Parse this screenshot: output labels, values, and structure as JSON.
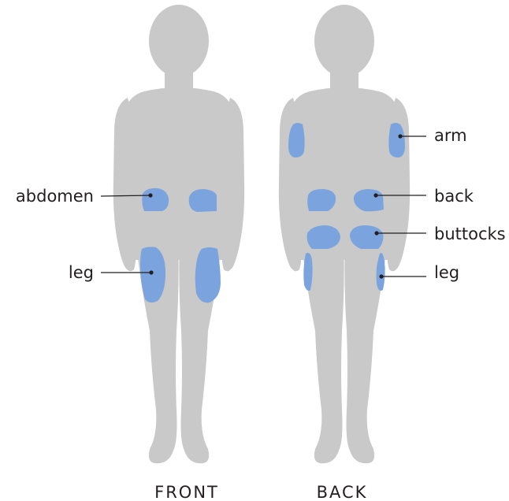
{
  "colors": {
    "body": "#c9c9ca",
    "site": "#7ba4de",
    "text": "#231f20",
    "background": "#ffffff"
  },
  "views": {
    "front": "FRONT",
    "back": "BACK"
  },
  "labels": {
    "abdomen": "abdomen",
    "leg_front": "leg",
    "arm": "arm",
    "back": "back",
    "buttocks": "buttocks",
    "leg_back": "leg"
  }
}
